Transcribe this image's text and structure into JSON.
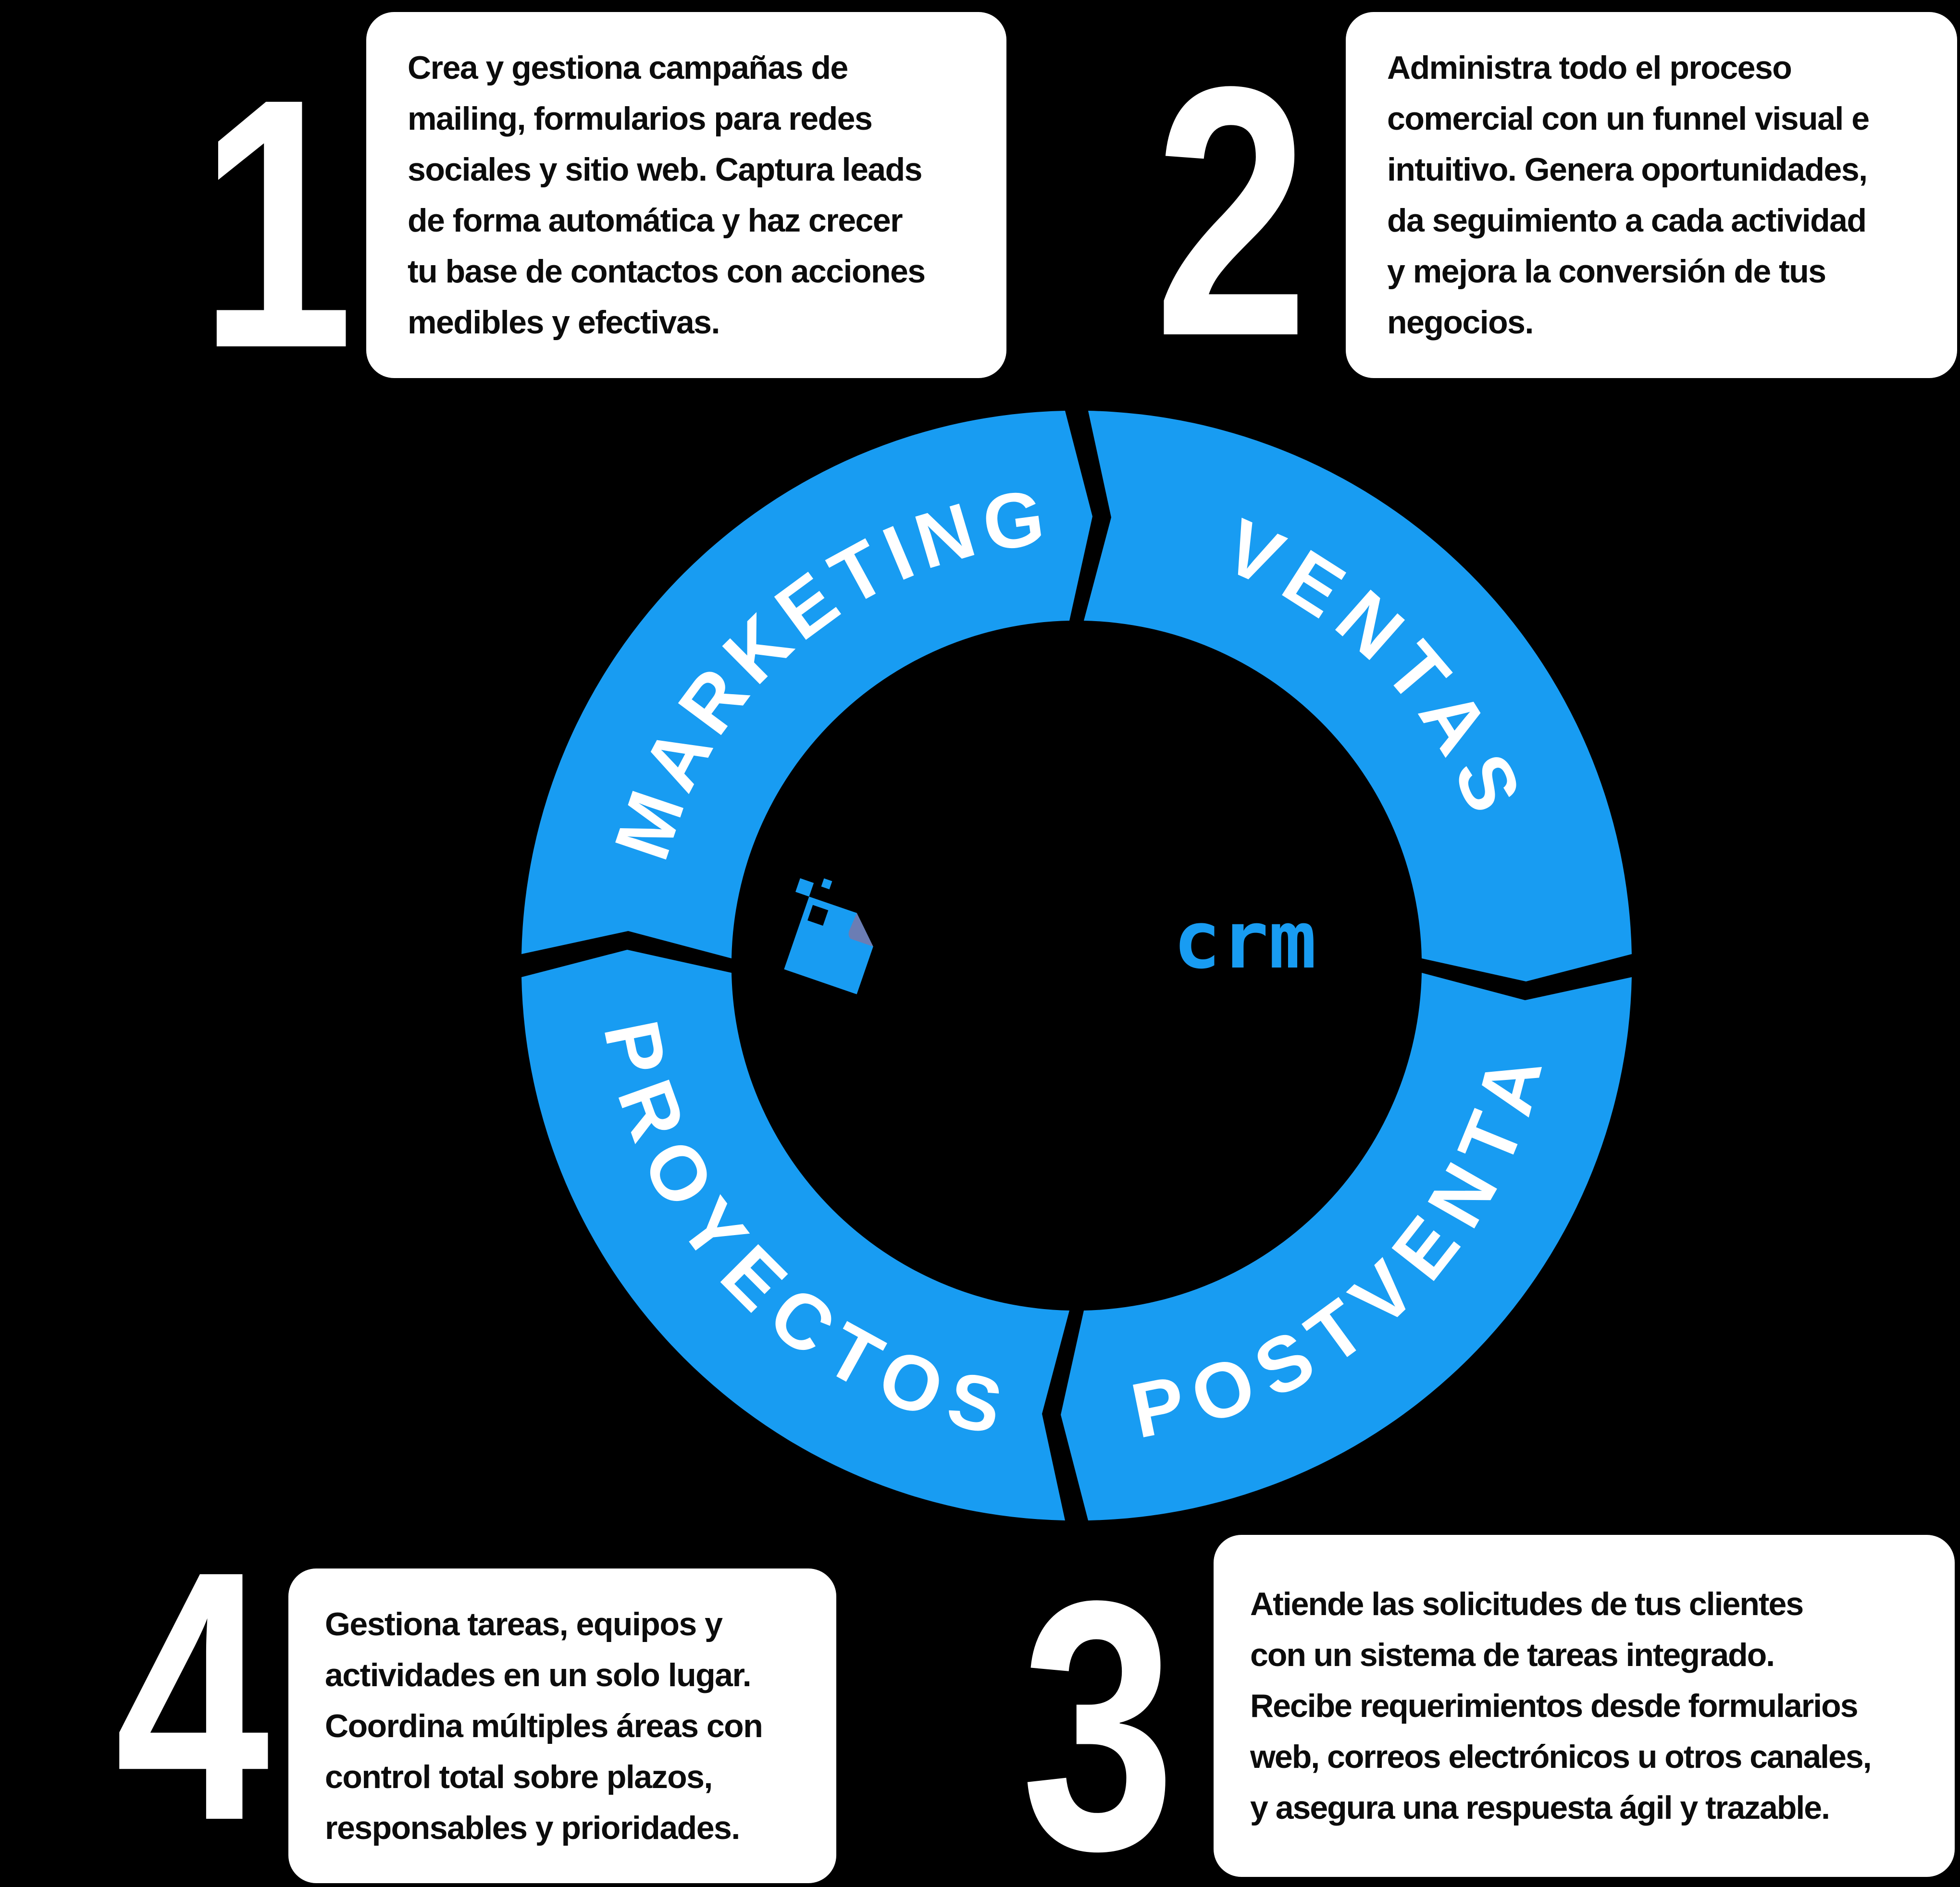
{
  "background_color": "#000000",
  "accent_blue": "#189CF2",
  "fold_color": "#6B7DB4",
  "text_color": "#0C0C0C",
  "ring": {
    "segments": [
      {
        "id": "marketing",
        "label": "MARKETING"
      },
      {
        "id": "ventas",
        "label": "VENTAS"
      },
      {
        "id": "postventa",
        "label": "POSTVENTA"
      },
      {
        "id": "proyectos",
        "label": "PROYECTOS"
      }
    ]
  },
  "logo": {
    "icon": "note-with-folded-corner-icon",
    "crm_text": "crm"
  },
  "steps": [
    {
      "number": "1",
      "lines": [
        "Crea y gestiona campañas de",
        "mailing, formularios para redes",
        "sociales y sitio web. Captura leads",
        "de forma automática y haz crecer",
        "tu base de contactos con acciones",
        "medibles y efectivas."
      ]
    },
    {
      "number": "2",
      "lines": [
        "Administra todo el proceso",
        "comercial con un funnel visual e",
        "intuitivo. Genera oportunidades,",
        "da seguimiento a cada actividad",
        "y mejora la conversión de tus",
        "negocios."
      ]
    },
    {
      "number": "3",
      "lines": [
        "Atiende las solicitudes de tus clientes",
        "con un sistema de tareas integrado.",
        "Recibe requerimientos desde formularios",
        "web, correos electrónicos u otros canales,",
        "y asegura una respuesta ágil y trazable."
      ]
    },
    {
      "number": "4",
      "lines": [
        "Gestiona tareas, equipos y",
        "actividades en un solo lugar.",
        "Coordina múltiples áreas con",
        "control total sobre plazos,",
        "responsables y prioridades."
      ]
    }
  ]
}
